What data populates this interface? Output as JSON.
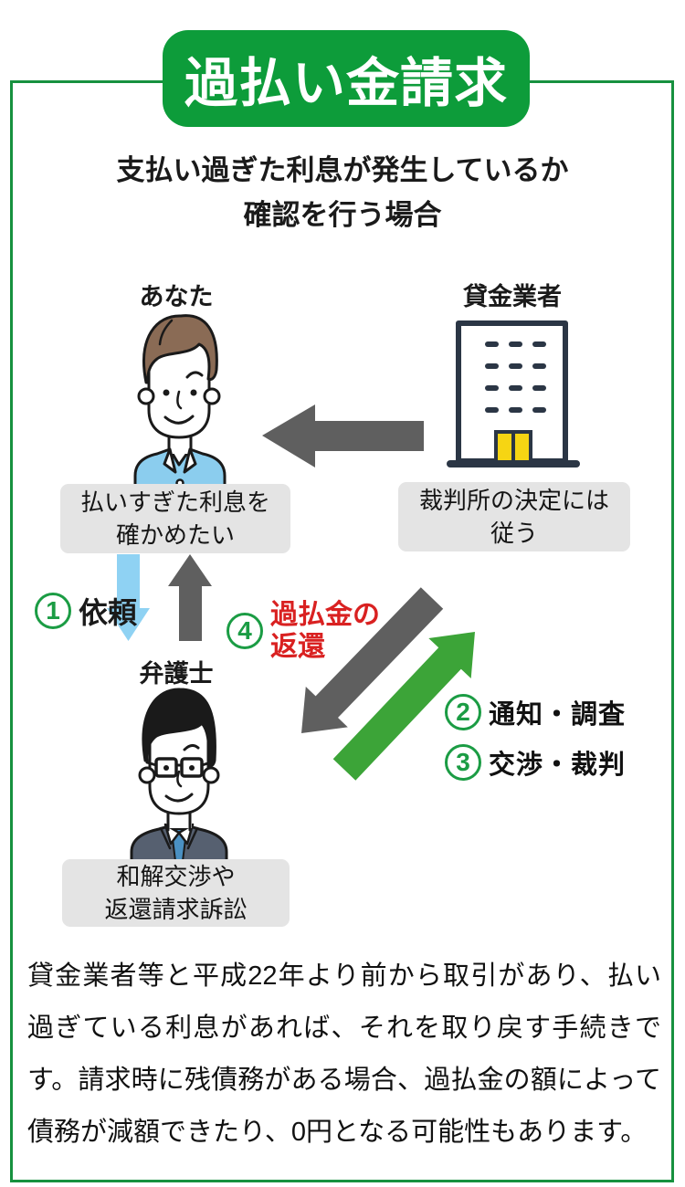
{
  "badge": {
    "label": "過払い金請求"
  },
  "title": {
    "text": "支払い過ぎた利息が発生しているか\n確認を行う場合"
  },
  "actors": {
    "you": {
      "label": "あなた",
      "note": "払いすぎた利息を\n確かめたい"
    },
    "lender": {
      "label": "貸金業者",
      "note": "裁判所の決定には\n従う"
    },
    "lawyer": {
      "label": "弁護士",
      "note": "和解交渉や\n返還請求訴訟"
    }
  },
  "steps": {
    "request": {
      "num": "1",
      "label": "依頼"
    },
    "notice": {
      "num": "2",
      "label": "通知・調査"
    },
    "nego": {
      "num": "3",
      "label": "交渉・裁判"
    },
    "refund": {
      "num": "4",
      "label": "過払金の\n返還"
    }
  },
  "description": "貸金業者等と平成22年より前から取引があり、払い過ぎている利息があれば、それを取り戻す手続きです。請求時に残債務がある場合、過払金の額によって債務が減額できたり、0円となる可能性もあります。",
  "icons": {
    "you-icon": "young-man-blue-shirt",
    "lender-icon": "office-building",
    "lawyer-icon": "man-in-suit-glasses",
    "arrow-left-icon": "gray-left-arrow",
    "arrow-down-icon": "blue-down-arrow",
    "arrow-up-icon": "gray-up-arrow",
    "arrow-diagonal-down-icon": "gray-diagonal-arrow",
    "arrow-diagonal-up-icon": "green-diagonal-arrow"
  },
  "colors": {
    "badge_green": "#0d9c3a",
    "frame_green": "#17913f",
    "circle_green": "#1b9c44",
    "arrow_green": "#3ca438",
    "arrow_gray": "#5f5f5f",
    "arrow_blue": "#8fd2f3",
    "red_text": "#d92121",
    "note_gray": "#e4e4e4",
    "building_navy": "#2b3645",
    "door_yellow": "#f6d513",
    "hair_brown": "#8a6b55",
    "shirt_blue": "#8bcdee",
    "suit_gray": "#566070",
    "tie_blue": "#4a90c2"
  }
}
